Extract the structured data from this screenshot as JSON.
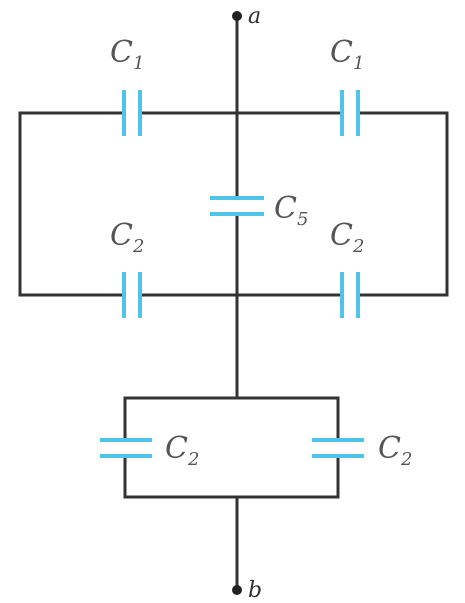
{
  "terminals": {
    "top": "a",
    "bottom": "b"
  },
  "labels": {
    "c1_left": {
      "letter": "C",
      "sub": "1"
    },
    "c1_right": {
      "letter": "C",
      "sub": "1"
    },
    "c5": {
      "letter": "C",
      "sub": "5"
    },
    "c2_mid_left": {
      "letter": "C",
      "sub": "2"
    },
    "c2_mid_right": {
      "letter": "C",
      "sub": "2"
    },
    "c2_low_left": {
      "letter": "C",
      "sub": "2"
    },
    "c2_low_right": {
      "letter": "C",
      "sub": "2"
    }
  },
  "colors": {
    "wire": "#333333",
    "capacitor": "#4fc3ea",
    "label": "#555555"
  }
}
